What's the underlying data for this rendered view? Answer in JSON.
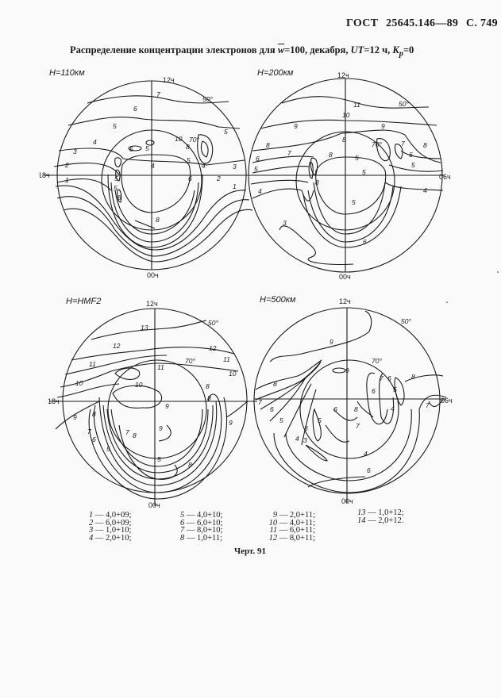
{
  "header": {
    "standard": "ГОСТ",
    "number": "25645.146—89",
    "page": "С. 749"
  },
  "title": {
    "text_main": "Распределение концентрации электронов  для ",
    "w_symbol": "w",
    "w_value": "=100, декабря, ",
    "ut_symbol": "UT",
    "ut_value": "=12 ч, ",
    "kp_symbol": "K",
    "kp_sub": "p",
    "kp_value": "=0"
  },
  "plots": [
    {
      "label": "H=110км",
      "top_label": "12ч",
      "bottom_label": "00ч",
      "left_label": "18ч",
      "right_label": "",
      "outer_lat": "50°",
      "inner_lat": "70°",
      "contour_labels": [
        "7",
        "6",
        "5",
        "5",
        "4",
        "3",
        "2",
        "1",
        "5",
        "5",
        "5",
        "4",
        "6",
        "5",
        "4",
        "3",
        "2",
        "1",
        "8",
        "8",
        "5",
        "10",
        "8"
      ]
    },
    {
      "label": "H=200км",
      "top_label": "12ч",
      "bottom_label": "00ч",
      "left_label": "",
      "right_label": "06ч",
      "outer_lat": "50°",
      "inner_lat": "70°",
      "contour_labels": [
        "11",
        "10",
        "9",
        "9",
        "8",
        "7",
        "6",
        "5",
        "4",
        "3",
        "8",
        "5",
        "5",
        "5",
        "6",
        "8",
        "7",
        "8",
        "6",
        "5",
        "4",
        "8"
      ]
    },
    {
      "label": "H=HMF2",
      "top_label": "12ч",
      "bottom_label": "00ч",
      "left_label": "18ч",
      "right_label": "",
      "outer_lat": "50°",
      "inner_lat": "70°",
      "contour_labels": [
        "13",
        "12",
        "12",
        "11",
        "11",
        "10",
        "10",
        "11",
        "10",
        "9",
        "9",
        "9",
        "8",
        "7",
        "6",
        "5",
        "7",
        "8",
        "5",
        "8",
        "8",
        "8",
        "9"
      ]
    },
    {
      "label": "H=500км",
      "top_label": "12ч",
      "bottom_label": "00ч",
      "left_label": "",
      "right_label": "06ч",
      "outer_lat": "50°",
      "inner_lat": "70°",
      "contour_labels": [
        "9",
        "9",
        "8",
        "8",
        "7",
        "6",
        "5",
        "4",
        "3",
        "3",
        "6",
        "5",
        "8",
        "7",
        "7",
        "6",
        "5",
        "6",
        "4",
        "7",
        "4",
        "6"
      ]
    }
  ],
  "legend": {
    "columns": [
      [
        {
          "n": "1",
          "v": " — 4,0+09;"
        },
        {
          "n": "2",
          "v": " — 6,0+09;"
        },
        {
          "n": "3",
          "v": " — 1,0+10;"
        },
        {
          "n": "4",
          "v": " — 2,0+10;"
        }
      ],
      [
        {
          "n": "5",
          "v": " — 4,0+10;"
        },
        {
          "n": "6",
          "v": " — 6,0+10;"
        },
        {
          "n": "7",
          "v": " — 8,0+10;"
        },
        {
          "n": "8",
          "v": " — 1,0+11;"
        }
      ],
      [
        {
          "n": "9",
          "v": " — 2,0+11;"
        },
        {
          "n": "10",
          "v": " — 4,0+11;"
        },
        {
          "n": "11",
          "v": " — 6,0+11;"
        },
        {
          "n": "12",
          "v": " — 8,0+11;"
        }
      ],
      [
        {
          "n": "13",
          "v": " — 1,0+12;"
        },
        {
          "n": "14",
          "v": " — 2,0+12."
        }
      ]
    ]
  },
  "caption": "Черт. 91"
}
